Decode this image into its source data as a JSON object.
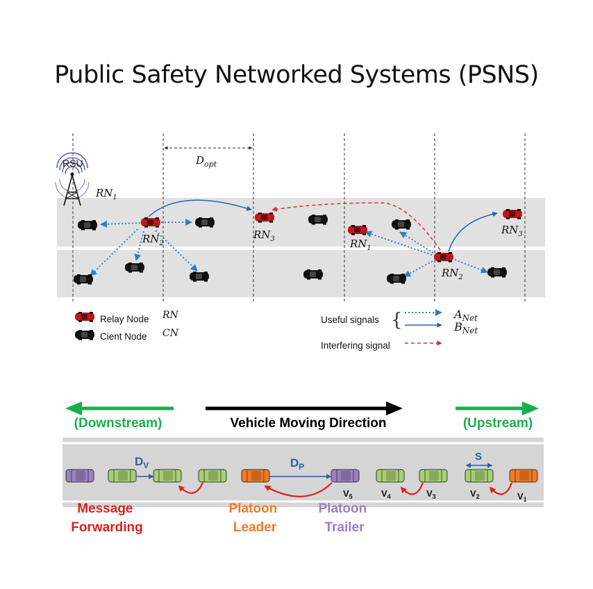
{
  "title": "Public Safety Networked Systems (PSNS)",
  "network": {
    "rsu_label": "RSU",
    "dopt_label": "D",
    "dopt_sub": "opt",
    "node_labels": {
      "rn1_left": {
        "base": "RN",
        "sub": "1"
      },
      "rn2_left": {
        "base": "RN",
        "sub": "2"
      },
      "rn3_left": {
        "base": "RN",
        "sub": "3"
      },
      "rn1_right": {
        "base": "RN",
        "sub": "1"
      },
      "rn2_right": {
        "base": "RN",
        "sub": "2"
      },
      "rn3_right": {
        "base": "RN",
        "sub": "3"
      }
    },
    "legend": {
      "relay_label": "Relay Node",
      "relay_symbol": "RN",
      "client_label": "Cient Node",
      "client_symbol": "CN",
      "useful_label": "Useful signals",
      "a_net": {
        "base": "A",
        "sub": "Net"
      },
      "b_net": {
        "base": "B",
        "sub": "Net"
      },
      "interfering_label": "Interfering signal"
    },
    "colors": {
      "relay": "#c0161b",
      "client": "#111111",
      "useful_dotted": "#2f7fc1",
      "useful_solid": "#2166b5",
      "interfering": "#e32a2a",
      "road": "#e1e1e1"
    }
  },
  "platoon": {
    "downstream": "(Downstream)",
    "direction": "Vehicle Moving Direction",
    "upstream": "(Upstream)",
    "dv": {
      "base": "D",
      "sub": "V"
    },
    "dp": {
      "base": "D",
      "sub": "P"
    },
    "s": "S",
    "message_forwarding": [
      "Message",
      "Forwarding"
    ],
    "platoon_leader": [
      "Platoon",
      "Leader"
    ],
    "platoon_trailer": [
      "Platoon",
      "Trailer"
    ],
    "vehicle_labels": [
      {
        "base": "V",
        "sub": "5"
      },
      {
        "base": "V",
        "sub": "4"
      },
      {
        "base": "V",
        "sub": "3"
      },
      {
        "base": "V",
        "sub": "2"
      },
      {
        "base": "V",
        "sub": "1"
      }
    ],
    "colors": {
      "green_arrow": "#14b04a",
      "leader": "#f47a20",
      "trailer": "#9b80c2",
      "follower": "#a6cf73",
      "forwarding": "#e01e1e",
      "distance": "#2f5da8",
      "road": "#d5d5d5"
    }
  }
}
